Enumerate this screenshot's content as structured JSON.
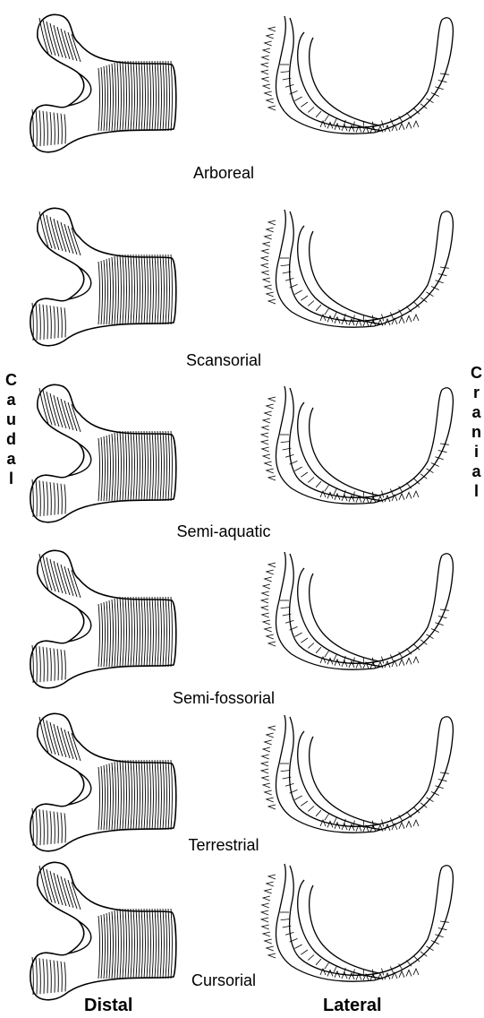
{
  "rows": [
    {
      "label": "Arboreal"
    },
    {
      "label": "Scansorial"
    },
    {
      "label": "Semi-aquatic"
    },
    {
      "label": "Semi-fossorial"
    },
    {
      "label": "Terrestrial"
    },
    {
      "label": "Cursorial"
    }
  ],
  "side_labels": {
    "left": [
      "C",
      "a",
      "u",
      "d",
      "a",
      "l"
    ],
    "right": [
      "C",
      "r",
      "a",
      "n",
      "i",
      "a",
      "l"
    ]
  },
  "view_labels": {
    "distal": "Distal",
    "lateral": "Lateral"
  }
}
